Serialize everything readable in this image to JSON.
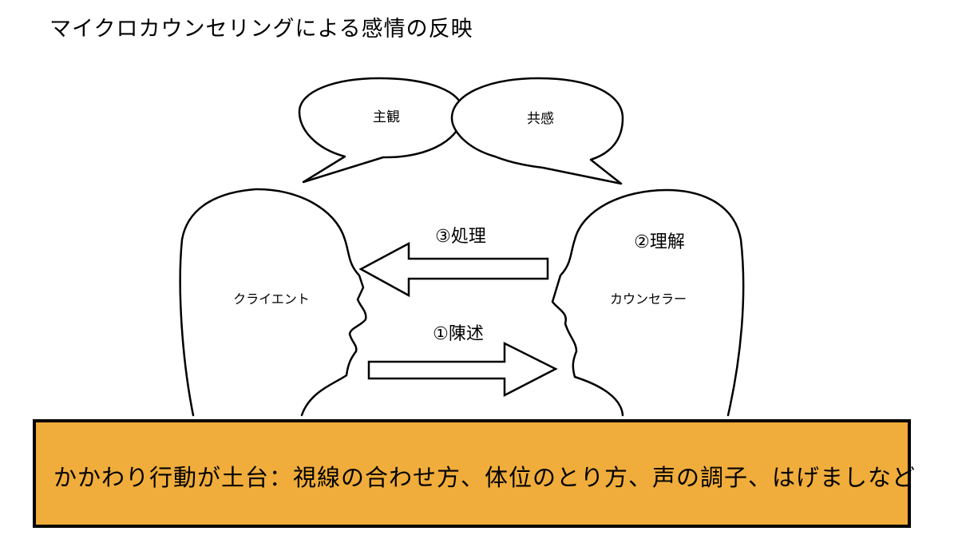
{
  "title": "マイクロカウンセリングによる感情の反映",
  "bubbles": {
    "left": "主観",
    "right": "共感"
  },
  "people": {
    "client": "クライエント",
    "counselor": "カウンセラー"
  },
  "steps": {
    "statement": "①陳述",
    "understanding": "②理解",
    "processing": "③処理"
  },
  "foundation": {
    "text": "かかわり行動が土台：視線の合わせ方、体位のとり方、声の調子、はげましなど",
    "color": "#f0ad3b"
  }
}
